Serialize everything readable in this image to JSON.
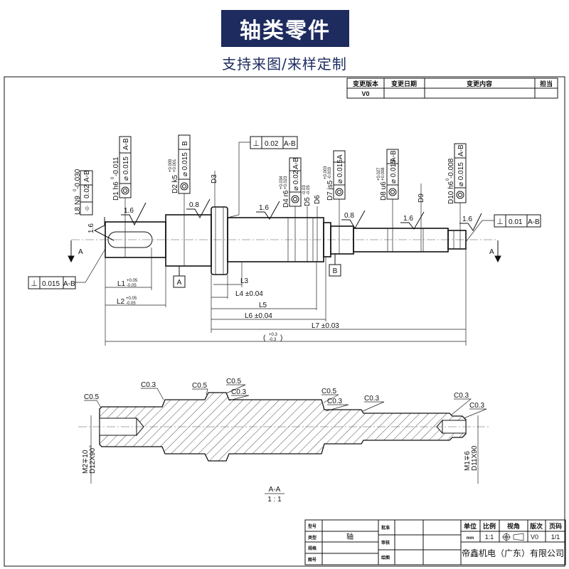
{
  "header": {
    "title": "轴类零件",
    "subtitle": "支持来图/来样定制"
  },
  "revision_table": {
    "headers": [
      "变更版本",
      "变更日期",
      "变更内容",
      "担当"
    ],
    "rows": [
      [
        "V0",
        "",
        "",
        ""
      ]
    ]
  },
  "main_view": {
    "features": {
      "L8": {
        "label": "L8 N9",
        "tol_upper": "0",
        "tol_lower": "-0.030",
        "symbol": "⌯",
        "value": "0.02",
        "datum": "A-B"
      },
      "D1": {
        "label": "D1 h6",
        "tol_upper": "0",
        "tol_lower": "-0.011",
        "symbol": "◎",
        "value": "⌀ 0.015",
        "datum": "A-B"
      },
      "D2": {
        "label": "D2 k5",
        "tol_upper": "+0.009",
        "tol_lower": "+0.001",
        "symbol": "◎",
        "value": "⌀ 0.015",
        "datum": "B"
      },
      "D3": {
        "label": "D3"
      },
      "D4": {
        "label": "D4 r6",
        "tol_upper": "+0.034",
        "tol_lower": "+0.023",
        "symbol": "◎",
        "value": "⌀ 0.02",
        "datum": "A-B"
      },
      "D5": {
        "label": "D5",
        "tol_upper": "-0.03",
        "tol_lower": "-0.05"
      },
      "D6": {
        "label": "D6"
      },
      "D7": {
        "label": "D7 js5",
        "tol_upper": "+0.003",
        "tol_lower": "-0.003",
        "symbol": "◎",
        "value": "⌀ 0.015",
        "datum": "A"
      },
      "D8": {
        "label": "D8 u6",
        "tol_upper": "+0.027",
        "tol_lower": "+0.008",
        "symbol": "◎",
        "value": "⌀ 0.015",
        "datum": "A-B"
      },
      "D9": {
        "label": "D9"
      },
      "D10": {
        "label": "D10 h6",
        "tol_upper": "0",
        "tol_lower": "-0.008",
        "symbol": "◎",
        "value": "⌀ 0.015",
        "datum": "A-B"
      }
    },
    "perpendicularity": [
      {
        "symbol": "⊥",
        "value": "0.02",
        "datum": "A-B"
      },
      {
        "symbol": "⊥",
        "value": "0.01",
        "datum": "A-B"
      },
      {
        "symbol": "⊥",
        "value": "0.015",
        "datum": "A-B"
      }
    ],
    "roughness": [
      "1.6",
      "1.6",
      "0.8",
      "1.6",
      "0.8",
      "1.6",
      "1.6"
    ],
    "datums": [
      "A",
      "B"
    ],
    "section_marks": [
      "A",
      "A"
    ],
    "dimensions": {
      "L1": {
        "label": "L1",
        "upper": "+0.05",
        "lower": "-0.05"
      },
      "L2": {
        "label": "L2",
        "upper": "+0.05",
        "lower": "-0.05"
      },
      "L3": {
        "label": "L3"
      },
      "L4": {
        "label": "L4 ±0.04"
      },
      "L5": {
        "label": "L5"
      },
      "L6": {
        "label": "L6 ±0.04"
      },
      "L7": {
        "label": "L7 ±0.03"
      },
      "overall": {
        "open": "(",
        "upper": "+0.3",
        "lower": "-0.3",
        "close": ")"
      }
    }
  },
  "section_view": {
    "chamfers": [
      "C0.5",
      "C0.3",
      "C0.5",
      "C0.5",
      "C0.3",
      "C0.5",
      "C0.3",
      "C0.3",
      "C0.3",
      "C0.3"
    ],
    "left_hole": {
      "thread": "M2∓10",
      "center": "D12X90°"
    },
    "right_hole": {
      "thread": "M1∓6",
      "center": "D11X90"
    },
    "name": "A-A",
    "scale": "1 : 1"
  },
  "title_block": {
    "left_labels": [
      "型号",
      "类型",
      "规格",
      "图号"
    ],
    "type_value": "轴",
    "approval_labels": [
      "批准",
      "审核",
      "绘图"
    ],
    "headers": [
      "单位",
      "比例",
      "视角",
      "版次",
      "页码"
    ],
    "values": {
      "unit": "mm",
      "scale": "1:1",
      "version": "V0",
      "page": "1/1"
    },
    "company": "帝鑫机电（广东）有限公司"
  }
}
